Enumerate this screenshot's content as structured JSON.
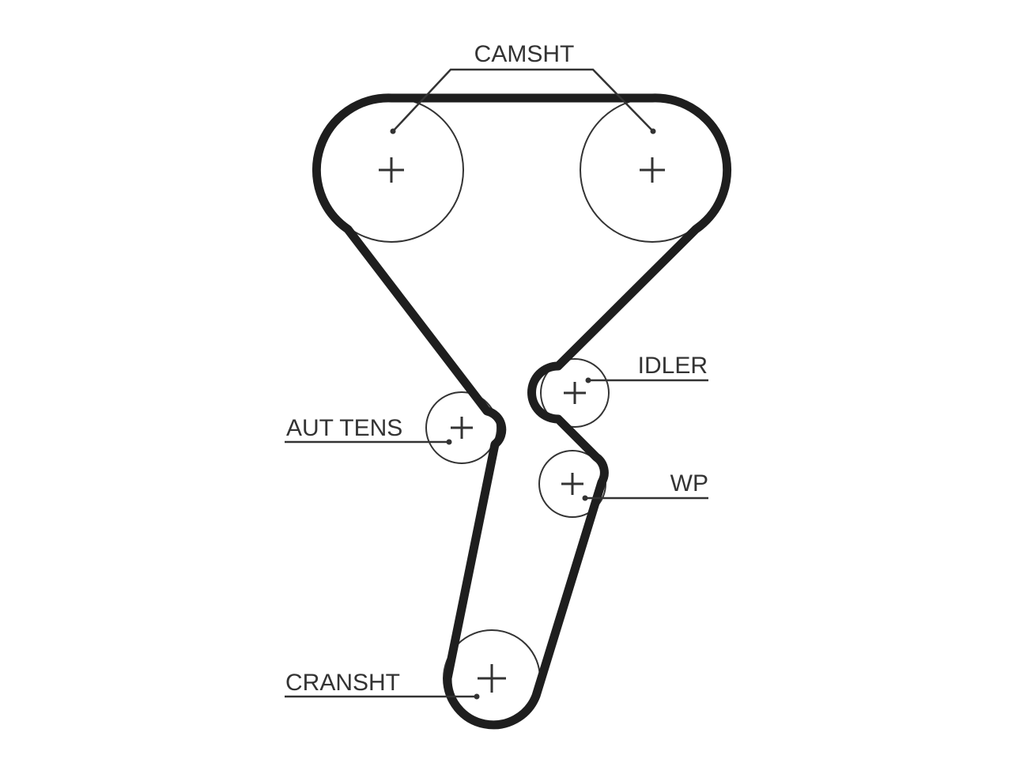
{
  "labels": {
    "camshaft": "CAMSHT",
    "idler": "IDLER",
    "auto_tensioner": "AUT TENS",
    "water_pump": "WP",
    "crankshaft": "CRANSHT"
  },
  "colors": {
    "background": "#ffffff",
    "belt": "#1e1e1e",
    "line": "#333333"
  }
}
